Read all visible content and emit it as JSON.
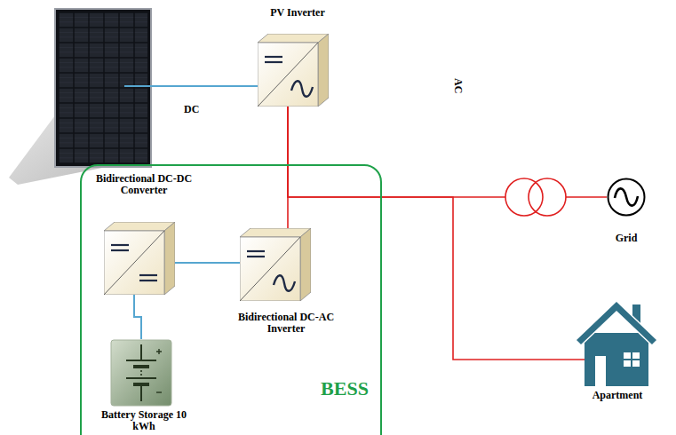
{
  "diagram": {
    "nodes": [
      {
        "text": [
          "PV Inverter"
        ]
      },
      {
        "text": [
          "BESS"
        ]
      },
      {
        "text": [
          "Bidirectional DC-DC Converter"
        ],
        "in": 1
      },
      {
        "text": [
          "Bidirectional DC-AC Inverter"
        ],
        "in": 1
      },
      {
        "text": [
          "Battery Storage 10 kWh"
        ],
        "in": 1
      },
      {
        "text": [
          "Grid"
        ]
      },
      {
        "text": [
          "Apartment"
        ]
      }
    ],
    "edges": [
      {
        "from": 4,
        "to": 2,
        "arrow": "none"
      },
      {
        "from": 2,
        "to": 3,
        "arrow": "none"
      },
      {
        "from": 0,
        "to": 3,
        "arrow": "none"
      },
      {
        "from": 0,
        "to": 5,
        "arrow": "none"
      },
      {
        "from": 0,
        "to": 6,
        "arrow": "none"
      }
    ],
    "labels": [
      "DC",
      "AC"
    ]
  }
}
